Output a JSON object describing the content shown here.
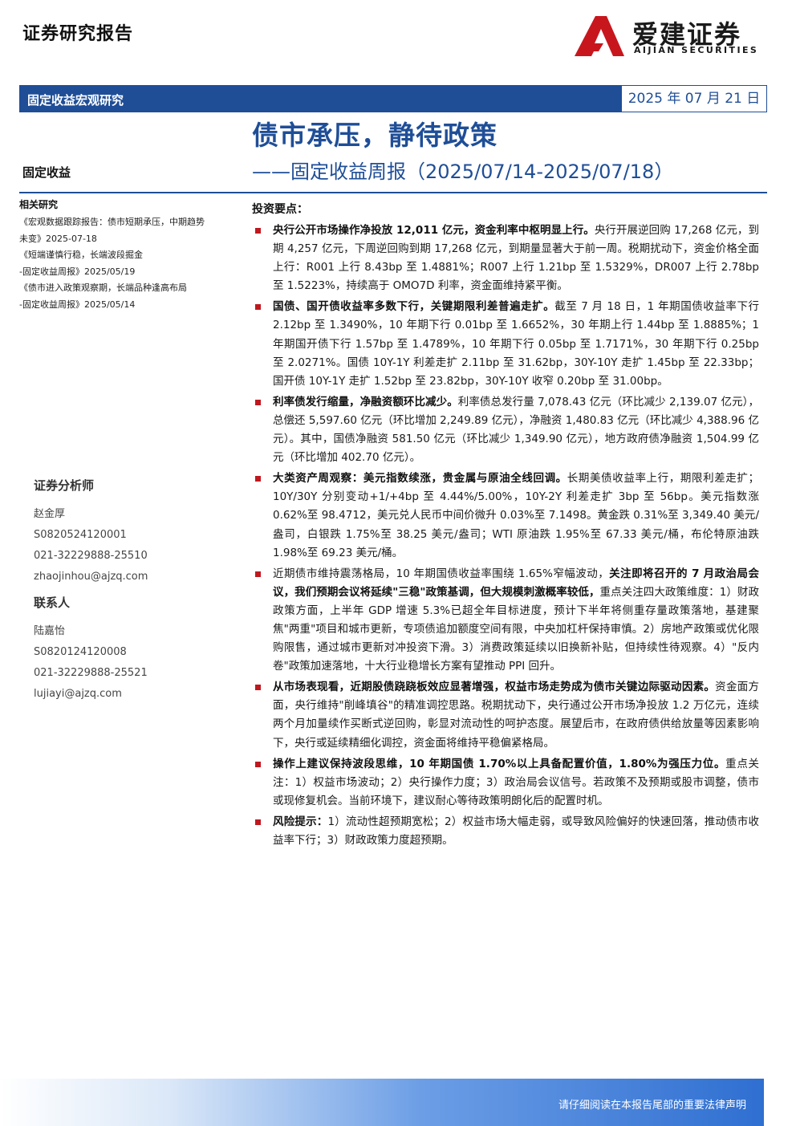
{
  "header": {
    "report_type": "证券研究报告",
    "logo": {
      "cn": "爱建证券",
      "en": "AIJIAN SECURITIES",
      "color_red": "#c8161d",
      "color_dark": "#1a1a1a"
    },
    "category": "固定收益宏观研究",
    "date": "2025 年 07 月 21 日"
  },
  "title": {
    "main": "债市承压，静待政策",
    "sub": "——固定收益周报（2025/07/14-2025/07/18）"
  },
  "sector": "固定收益",
  "colors": {
    "brand_blue": "#1f4e97",
    "bullet_red": "#c0181f"
  },
  "related": {
    "title": "相关研究",
    "lines": [
      "《宏观数据跟踪报告：债市短期承压，中期趋势",
      "未变》2025-07-18",
      "《短端谨慎行稳，长端波段掘金",
      "-固定收益周报》2025/05/19",
      "《债市进入政策观察期，长端品种逢高布局",
      "-固定收益周报》2025/05/14"
    ]
  },
  "analyst": {
    "heading": "证券分析师",
    "name": "赵金厚",
    "license": "S0820524120001",
    "phone": "021-32229888-25510",
    "email": "zhaojinhou@ajzq.com"
  },
  "contact": {
    "heading": "联系人",
    "name": "陆嘉怡",
    "license": "S0820124120008",
    "phone": "021-32229888-25521",
    "email": "lujiayi@ajzq.com"
  },
  "key_points": {
    "title": "投资要点：",
    "items": [
      {
        "bold": "央行公开市场操作净投放 12,011 亿元，资金利率中枢明显上行。",
        "text": "央行开展逆回购 17,268 亿元，到期 4,257 亿元，下周逆回购到期 17,268 亿元，到期量显著大于前一周。税期扰动下，资金价格全面上行：R001 上行 8.43bp 至 1.4881%；R007 上行 1.21bp 至 1.5329%，DR007 上行 2.78bp 至 1.5223%，持续高于 OMO7D 利率，资金面维持紧平衡。"
      },
      {
        "bold": "国债、国开债收益率多数下行，关键期限利差普遍走扩。",
        "text": "截至 7 月 18 日，1 年期国债收益率下行 2.12bp 至 1.3490%，10 年期下行 0.01bp 至 1.6652%，30 年期上行 1.44bp 至 1.8885%；1 年期国开债下行 1.57bp 至 1.4789%，10 年期下行 0.05bp 至 1.7171%，30 年期下行 0.25bp 至 2.0271%。国债 10Y-1Y 利差走扩 2.11bp 至 31.62bp，30Y-10Y 走扩 1.45bp 至 22.33bp；国开债 10Y-1Y 走扩 1.52bp 至 23.82bp，30Y-10Y 收窄 0.20bp 至 31.00bp。"
      },
      {
        "bold": "利率债发行缩量，净融资额环比减少。",
        "text": "利率债总发行量 7,078.43 亿元（环比减少 2,139.07 亿元），总偿还 5,597.60 亿元（环比增加 2,249.89 亿元），净融资 1,480.83 亿元（环比减少 4,388.96 亿元）。其中，国债净融资 581.50 亿元（环比减少 1,349.90 亿元），地方政府债净融资 1,504.99 亿元（环比增加 402.70 亿元）。"
      },
      {
        "bold": "大类资产周观察：美元指数续涨，贵金属与原油全线回调。",
        "text": "长期美债收益率上行，期限利差走扩；10Y/30Y 分别变动+1/+4bp 至 4.44%/5.00%，10Y-2Y 利差走扩 3bp 至 56bp。美元指数涨 0.62%至 98.4712，美元兑人民币中间价微升 0.03%至 7.1498。黄金跌 0.31%至 3,349.40 美元/盎司，白银跌 1.75%至 38.25 美元/盎司；WTI 原油跌 1.95%至 67.33 美元/桶，布伦特原油跌 1.98%至 69.23 美元/桶。"
      },
      {
        "pre": "近期债市维持震荡格局，10 年期国债收益率围绕 1.65%窄幅波动，",
        "bold": "关注即将召开的 7 月政治局会议，我们预期会议将延续\"三稳\"政策基调，但大规模刺激概率较低，",
        "text": "重点关注四大政策维度：1）财政政策方面，上半年 GDP 增速 5.3%已超全年目标进度，预计下半年将侧重存量政策落地，基建聚焦\"两重\"项目和城市更新，专项债追加额度空间有限，中央加杠杆保持审慎。2）房地产政策或优化限购限售，通过城市更新对冲投资下滑。3）消费政策延续以旧换新补贴，但持续性待观察。4）\"反内卷\"政策加速落地，十大行业稳增长方案有望推动 PPI 回升。"
      },
      {
        "bold": "从市场表现看，近期股债跷跷板效应显著增强，权益市场走势成为债市关键边际驱动因素。",
        "text": "资金面方面，央行维持\"削峰填谷\"的精准调控思路。税期扰动下，央行通过公开市场净投放 1.2 万亿元，连续两个月加量续作买断式逆回购，彰显对流动性的呵护态度。展望后市，在政府债供给放量等因素影响下，央行或延续精细化调控，资金面将维持平稳偏紧格局。"
      },
      {
        "bold": "操作上建议保持波段思维，10 年期国债 1.70%以上具备配置价值，1.80%为强压力位。",
        "text": "重点关注：1）权益市场波动；2）央行操作力度；3）政治局会议信号。若政策不及预期或股市调整，债市或现修复机会。当前环境下，建议耐心等待政策明朗化后的配置时机。"
      },
      {
        "bold": "风险提示：",
        "text": "1）流动性超预期宽松；2）权益市场大幅走弱，或导致风险偏好的快速回落，推动债市收益率下行；3）财政政策力度超预期。"
      }
    ]
  },
  "footer": {
    "disclaimer": "请仔细阅读在本报告尾部的重要法律声明"
  }
}
